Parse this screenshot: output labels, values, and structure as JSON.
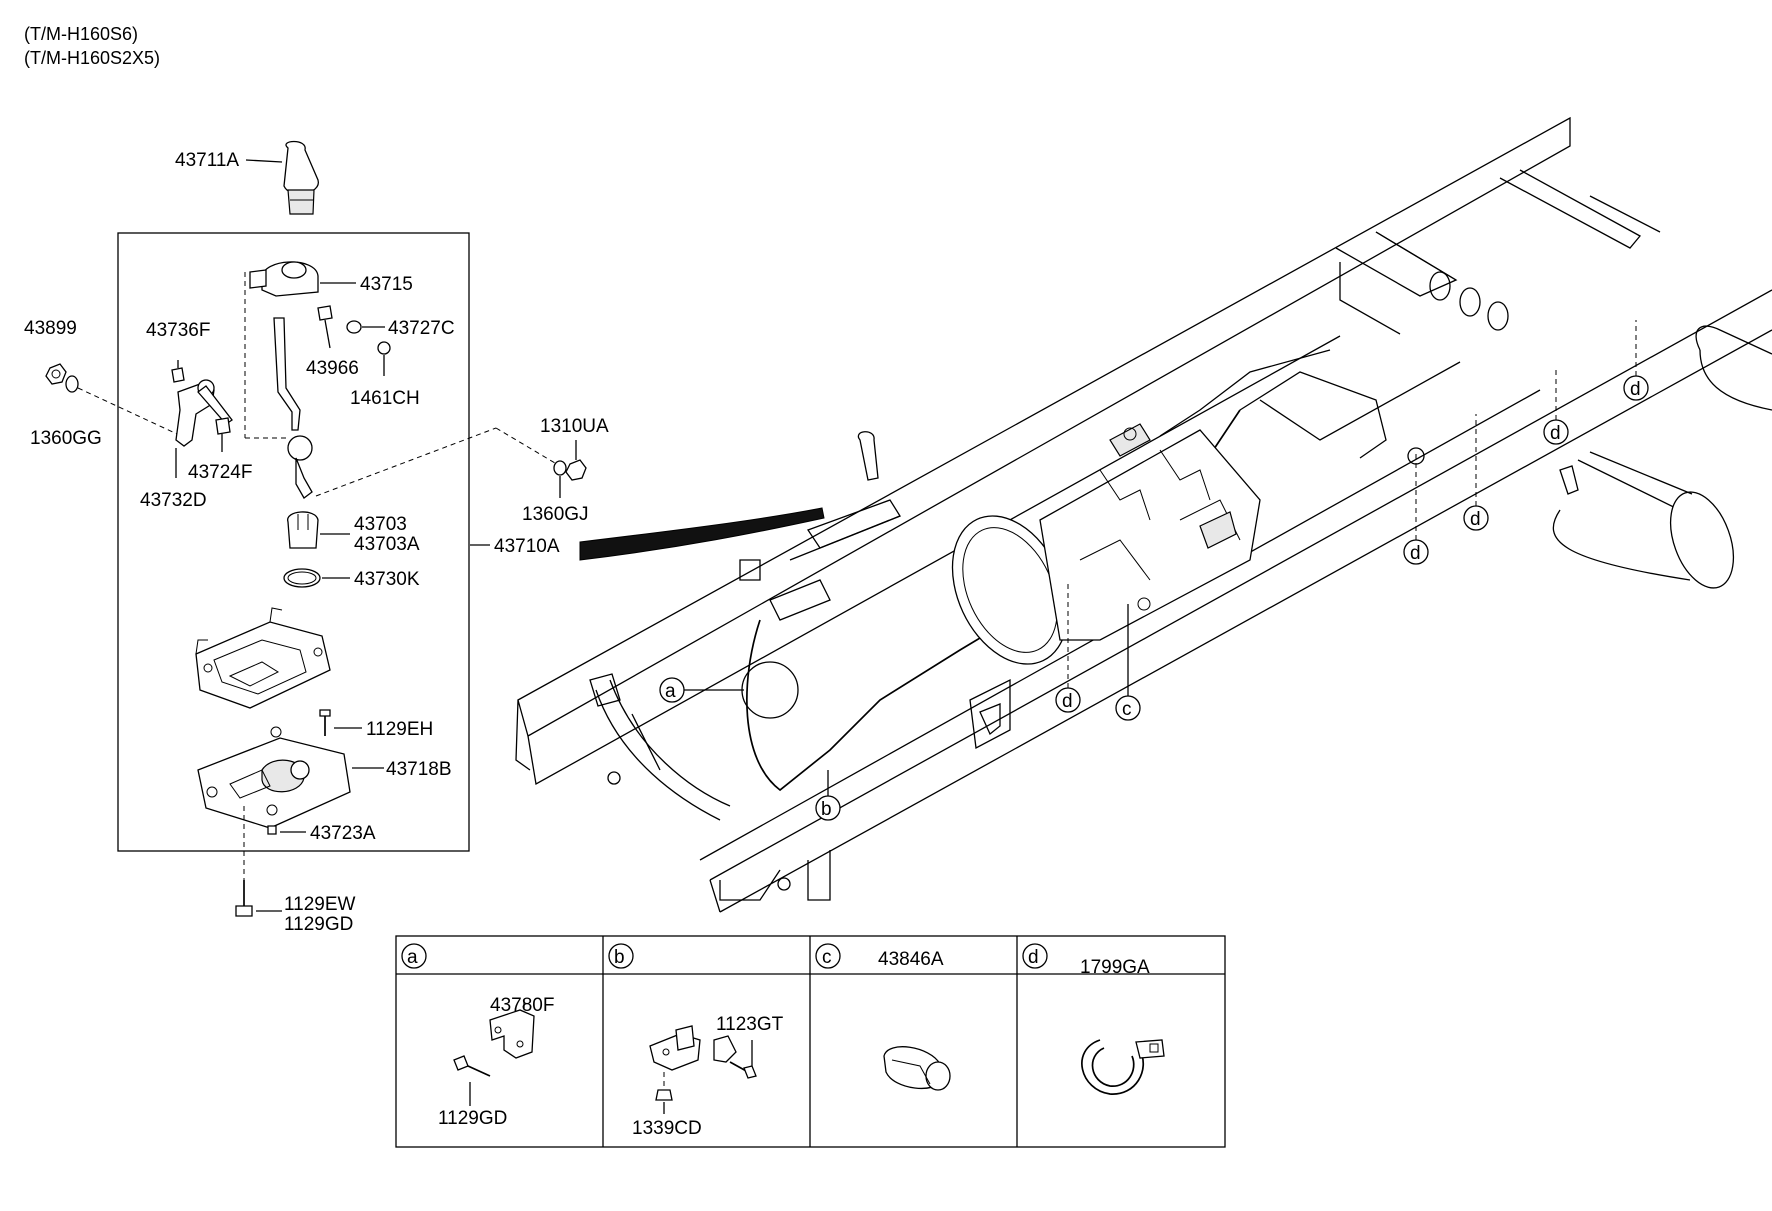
{
  "header": {
    "line1": "(T/M-H160S6)",
    "line2": "(T/M-H160S2X5)"
  },
  "labels": {
    "p43711A": "43711A",
    "p43715": "43715",
    "p43727C": "43727C",
    "p43966": "43966",
    "p1461CH": "1461CH",
    "p43899": "43899",
    "p43736F": "43736F",
    "p1360GG": "1360GG",
    "p43724F": "43724F",
    "p43732D": "43732D",
    "p1310UA": "1310UA",
    "p1360GJ": "1360GJ",
    "p43703": "43703",
    "p43703A": "43703A",
    "p43710A": "43710A",
    "p43730K": "43730K",
    "p1129EH": "1129EH",
    "p43718B": "43718B",
    "p43723A": "43723A",
    "p1129EW": "1129EW",
    "p1129GD": "1129GD"
  },
  "callouts": {
    "a": "a",
    "b": "b",
    "c": "c",
    "d": "d"
  },
  "detail_table": {
    "cells": [
      {
        "key": "a",
        "part_header": "",
        "parts": [
          "43780F",
          "1129GD"
        ]
      },
      {
        "key": "b",
        "part_header": "",
        "parts": [
          "1123GT",
          "1339CD"
        ]
      },
      {
        "key": "c",
        "part_header": "43846A",
        "parts": []
      },
      {
        "key": "d",
        "part_header": "1799GA",
        "parts": []
      }
    ]
  }
}
